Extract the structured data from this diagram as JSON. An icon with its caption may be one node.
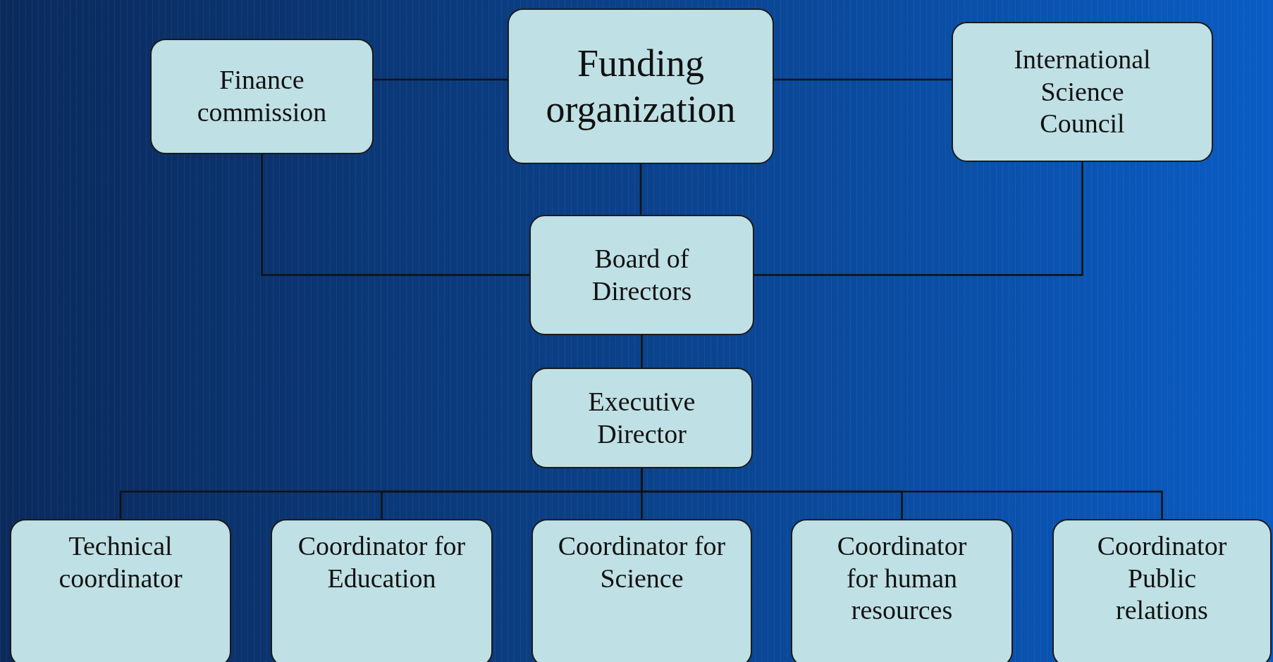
{
  "diagram": {
    "nodes": [
      {
        "text": [
          "Finance commission"
        ]
      },
      {
        "text": [
          "Funding organization"
        ]
      },
      {
        "text": [
          "International Science Council"
        ]
      },
      {
        "text": [
          "Board of Directors"
        ]
      },
      {
        "text": [
          "Executive Director"
        ]
      },
      {
        "text": [
          "Technical coordinator"
        ]
      },
      {
        "text": [
          "Coordinator for Education"
        ]
      },
      {
        "text": [
          "Coordinator for Science"
        ]
      },
      {
        "text": [
          "Coordinator for human resources"
        ]
      },
      {
        "text": [
          "Coordinator Public relations"
        ]
      }
    ],
    "edges": [
      {
        "from": 1,
        "to": 0,
        "arrow": "none"
      },
      {
        "from": 1,
        "to": 2,
        "arrow": "none"
      },
      {
        "from": 1,
        "to": 3,
        "arrow": "none"
      },
      {
        "from": 0,
        "to": 3,
        "arrow": "none"
      },
      {
        "from": 2,
        "to": 3,
        "arrow": "none"
      },
      {
        "from": 3,
        "to": 4,
        "arrow": "none"
      },
      {
        "from": 4,
        "to": 5,
        "arrow": "none"
      },
      {
        "from": 4,
        "to": 6,
        "arrow": "none"
      },
      {
        "from": 4,
        "to": 7,
        "arrow": "none"
      },
      {
        "from": 4,
        "to": 8,
        "arrow": "none"
      },
      {
        "from": 4,
        "to": 9,
        "arrow": "none"
      }
    ]
  }
}
